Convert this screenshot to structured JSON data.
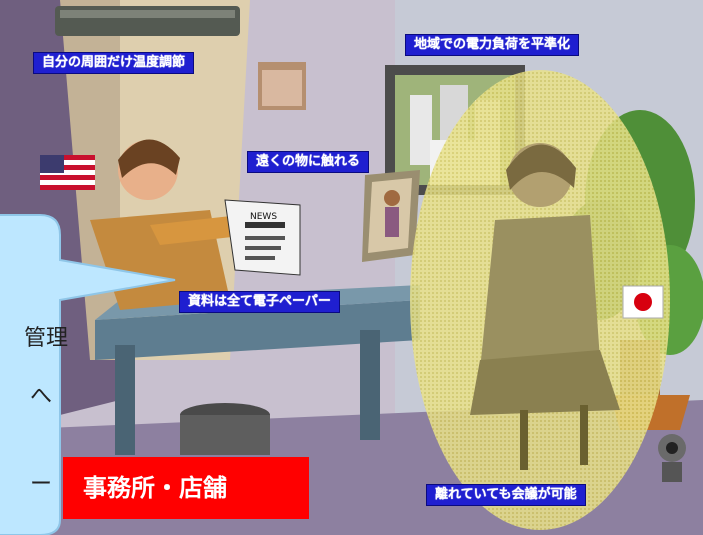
{
  "labels": {
    "temperature": "自分の周囲だけ温度調節",
    "power": "地域での電力負荷を平準化",
    "touch": "遠くの物に触れる",
    "paper": "資料は全て電子ペーパー",
    "meeting": "離れていても会議が可能"
  },
  "office_label": "事務所・店舗",
  "bubble": {
    "line1": "管理",
    "line2": "へ",
    "line3": "ー"
  },
  "newspaper_text": "NEWS",
  "colors": {
    "label_bg": "#1f1fd0",
    "office_red": "#ff0000",
    "bubble_fill": "#bde7ff",
    "bubble_stroke": "#8fc6e8",
    "wall": "#c7bfd0",
    "yellow_glow": "#fbf5a8"
  }
}
